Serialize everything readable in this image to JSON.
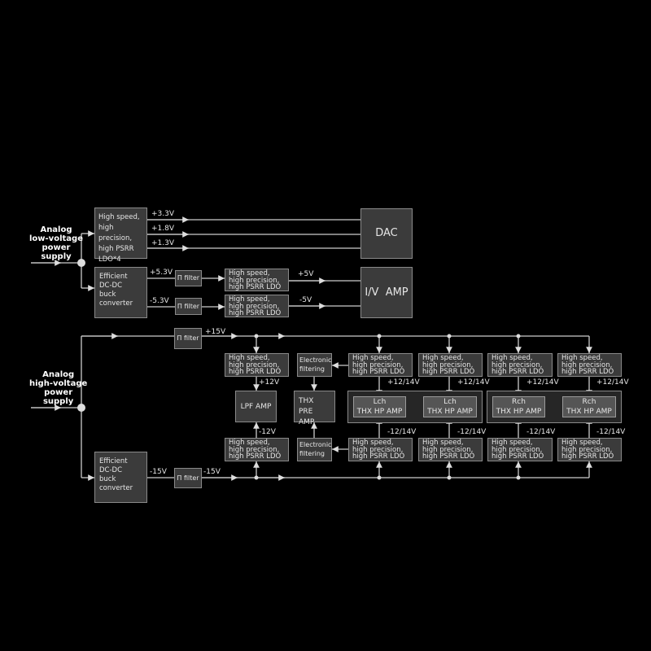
{
  "low_voltage": {
    "source_label": "Analog\nlow-voltage\npower\nsupply",
    "ldo4": "High speed,\nhigh precision,\nhigh PSRR\nLDO*4",
    "dcdc": "Efficient\nDC-DC\nbuck\nconverter",
    "rails": [
      "+3.3V",
      "+1.8V",
      "+1.3V"
    ],
    "pos_rail": "+5.3V",
    "neg_rail": "-5.3V",
    "filter": "Π filter",
    "ldo": "High speed,\nhigh precision,\nhigh PSRR LDO",
    "pos_out": "+5V",
    "neg_out": "-5V",
    "dac": "DAC",
    "iv_amp": "I/V  AMP"
  },
  "high_voltage": {
    "source_label": "Analog\nhigh-voltage\npower\nsupply",
    "dcdc": "Efficient\nDC-DC\nbuck\nconverter",
    "filter": "Π filter",
    "pos_rail": "+15V",
    "neg_in": "-15V",
    "neg_rail": "-15V",
    "ldo": "High speed,\nhigh precision,\nhigh PSRR LDO",
    "elec_filter": "Electronic\nfiltering",
    "plus12": "+12V",
    "minus12": "-12V",
    "plus1214": "+12/14V",
    "minus1214": "-12/14V",
    "lpf_amp": "LPF AMP",
    "thx_pre": "THX\nPRE AMP",
    "lch_amp": "Lch\nTHX HP AMP",
    "rch_amp": "Rch\nTHX HP AMP"
  }
}
